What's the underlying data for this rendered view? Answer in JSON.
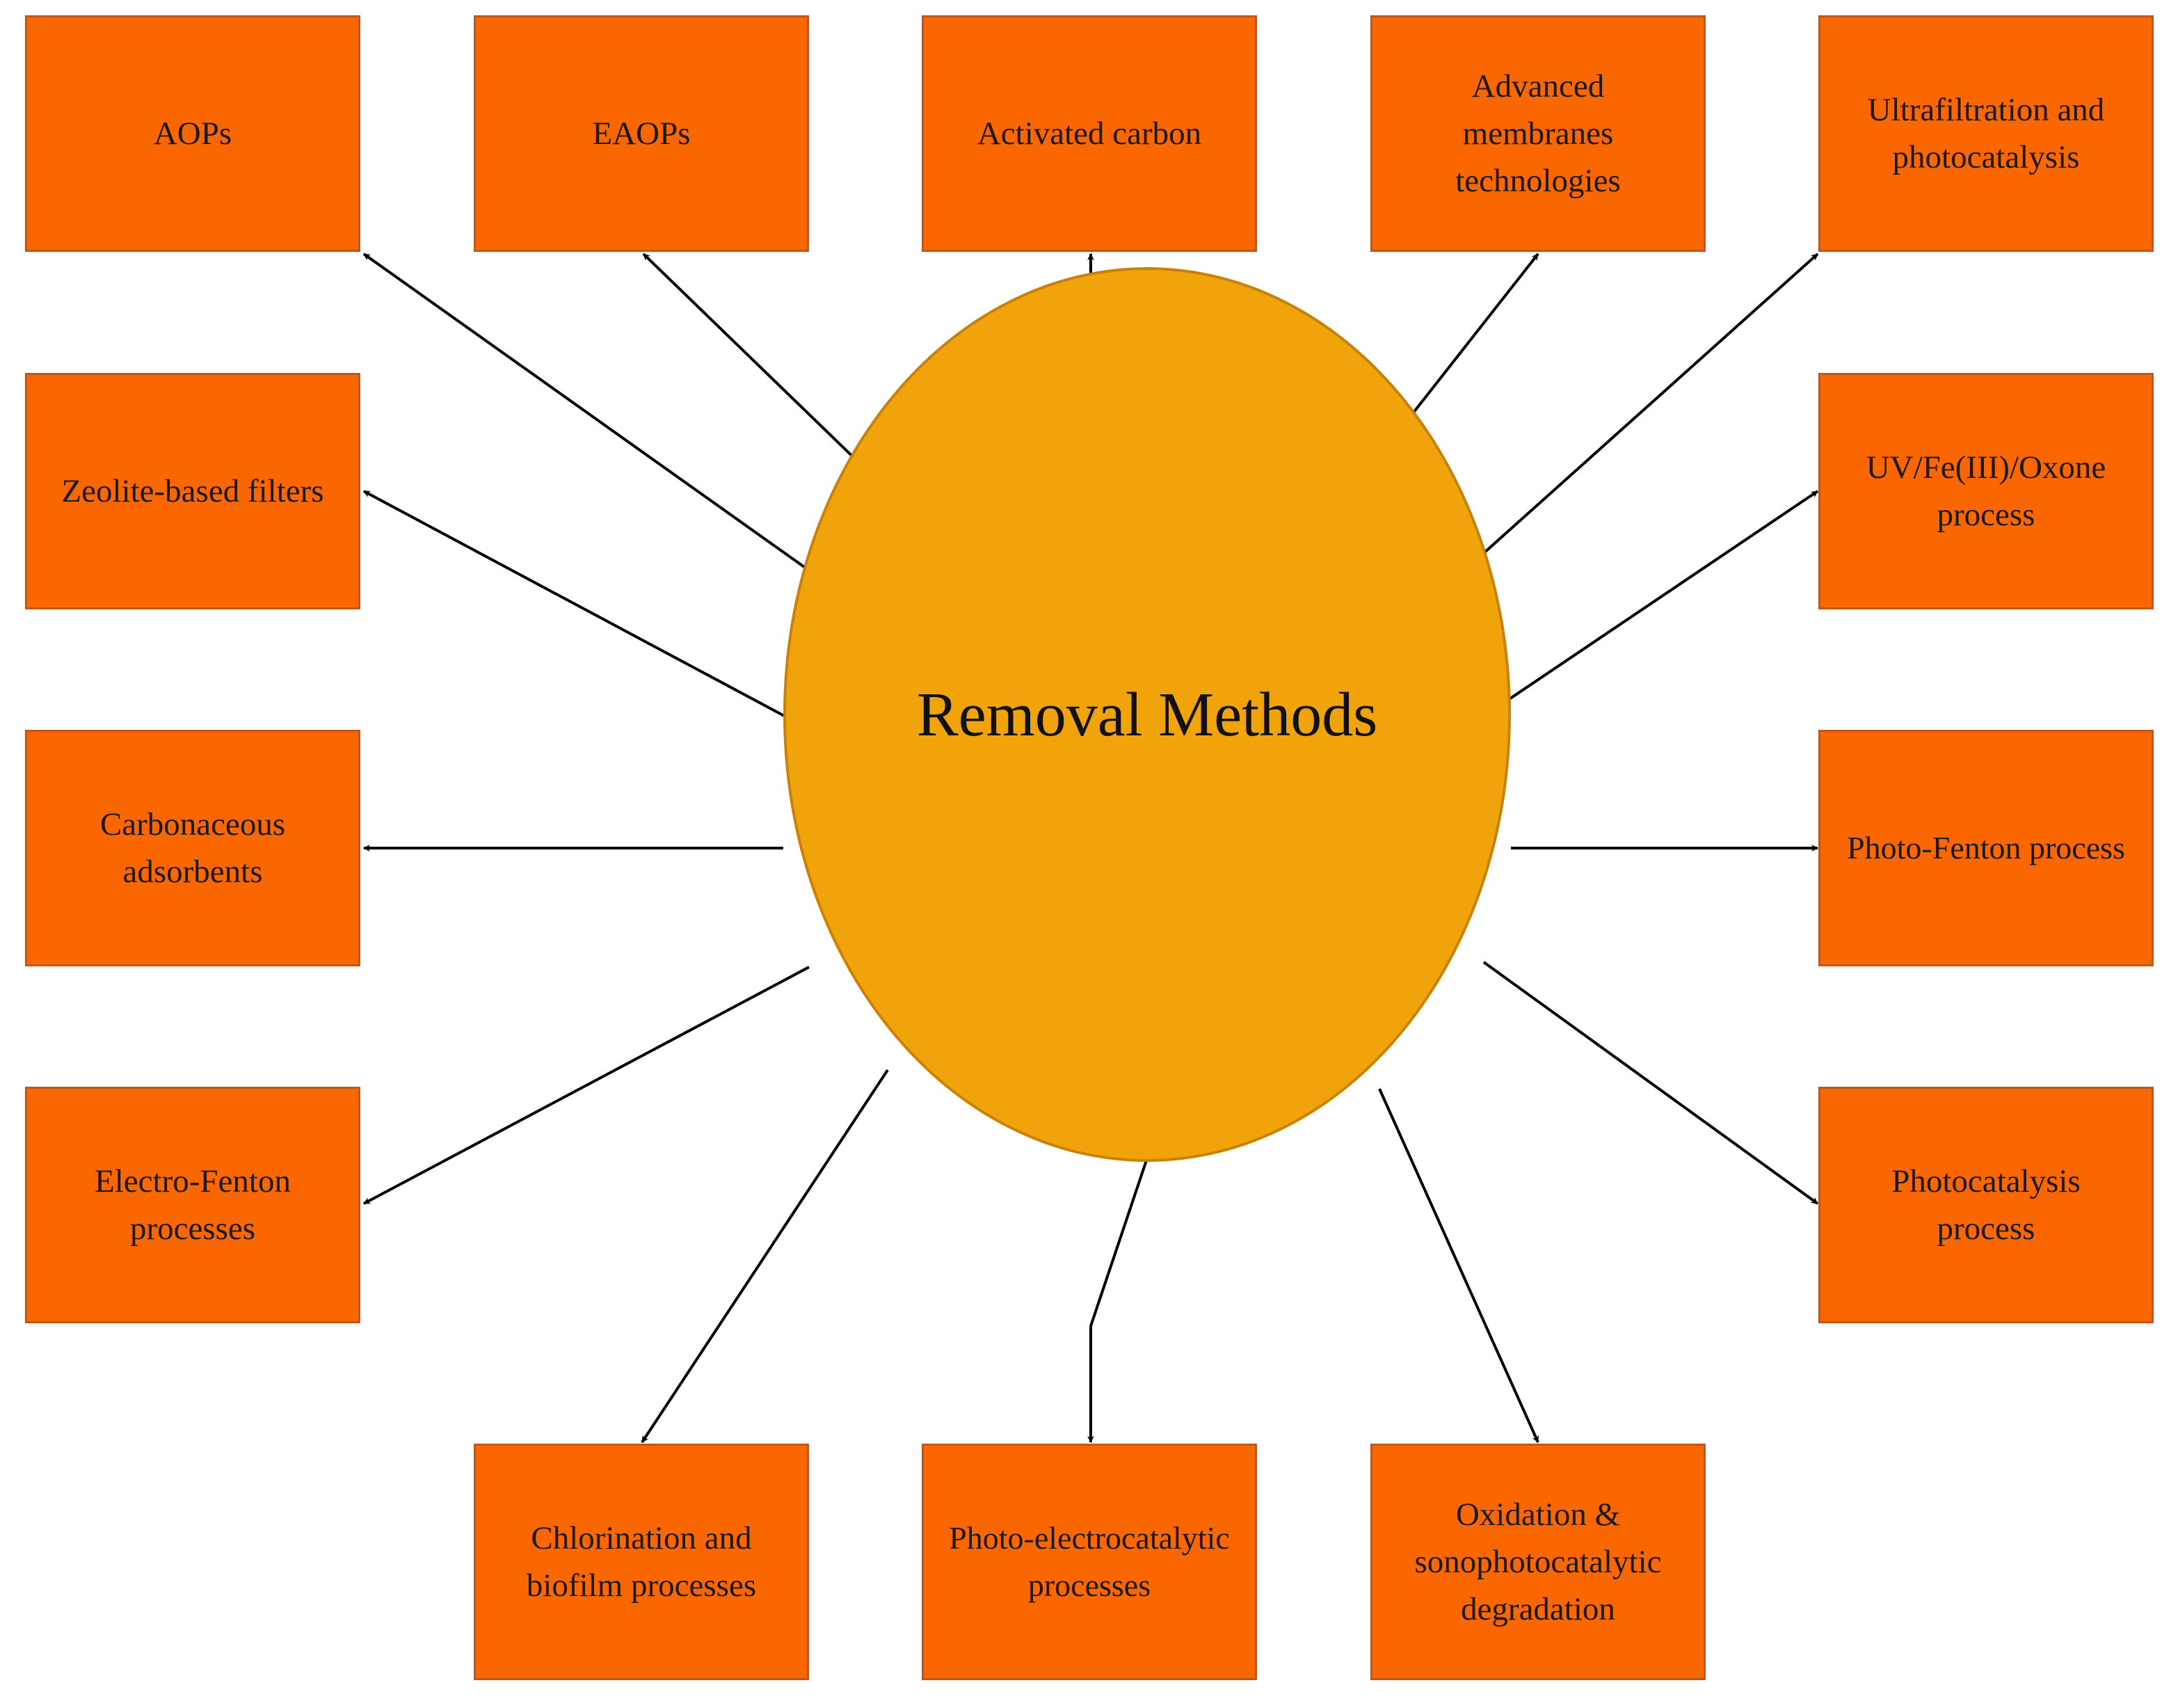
{
  "hub": {
    "title": "Removal Methods",
    "fill_color": "#f0a30a",
    "border_color": "#c98209"
  },
  "box_style": {
    "fill_color": "#fa6600",
    "border_color": "#c2571a"
  },
  "methods": [
    {
      "label": "AOPs"
    },
    {
      "label": "EAOPs"
    },
    {
      "label": "Activated carbon"
    },
    {
      "label": "Advanced\nmembranes\ntechnologies"
    },
    {
      "label": "Ultrafiltration and\nphotocatalysis"
    },
    {
      "label": "Zeolite-based filters"
    },
    {
      "label": "UV/Fe(III)/Oxone\nprocess"
    },
    {
      "label": "Carbonaceous\nadsorbents"
    },
    {
      "label": "Photo-Fenton process"
    },
    {
      "label": "Electro-Fenton\nprocesses"
    },
    {
      "label": "Photocatalysis\nprocess"
    },
    {
      "label": "Chlorination and\nbiofilm processes"
    },
    {
      "label": "Photo-electrocatalytic\nprocesses"
    },
    {
      "label": "Oxidation &\nsonophotocatalytic\ndegradation"
    }
  ]
}
